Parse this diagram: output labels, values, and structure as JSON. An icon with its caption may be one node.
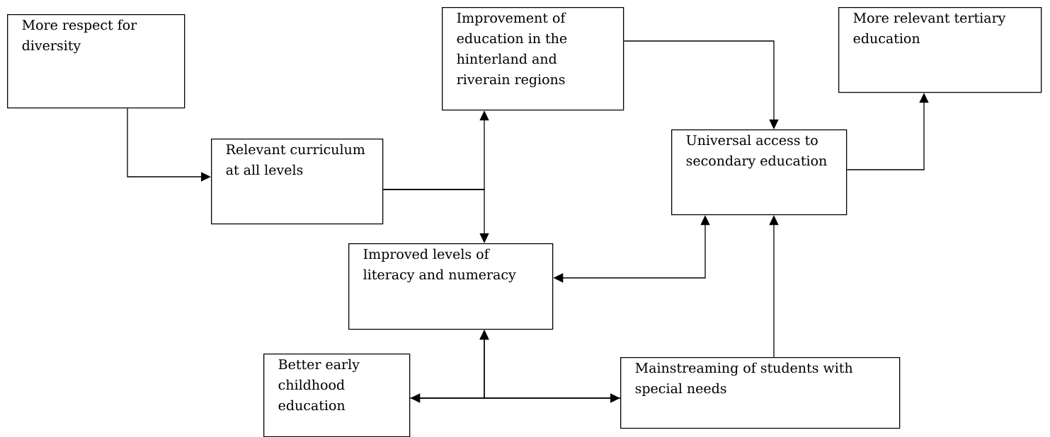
{
  "diagram": {
    "nodes": [
      {
        "text": [
          "More respect for diversity"
        ]
      },
      {
        "text": [
          "Improvement of education in the hinterland and riverain regions"
        ]
      },
      {
        "text": [
          "More relevant tertiary education"
        ]
      },
      {
        "text": [
          "Relevant curriculum at all levels"
        ]
      },
      {
        "text": [
          "Universal access to secondary education"
        ]
      },
      {
        "text": [
          "Improved levels of literacy and numeracy"
        ]
      },
      {
        "text": [
          "Better early childhood education"
        ]
      },
      {
        "text": [
          "Mainstreaming of students with special needs"
        ]
      }
    ],
    "edges": [
      {
        "from": 0,
        "to": 3,
        "arrow": "to"
      },
      {
        "from": 3,
        "to": 1,
        "arrow": "to"
      },
      {
        "from": 3,
        "to": 5,
        "arrow": "to"
      },
      {
        "from": 1,
        "to": 4,
        "arrow": "to"
      },
      {
        "from": 4,
        "to": 2,
        "arrow": "to"
      },
      {
        "from": 4,
        "to": 5,
        "arrow": "both"
      },
      {
        "from": 7,
        "to": 4,
        "arrow": "to"
      },
      {
        "from": 6,
        "to": 7,
        "arrow": "both"
      },
      {
        "from": 6,
        "to": 5,
        "arrow": "to"
      },
      {
        "from": 7,
        "to": 5,
        "arrow": "to"
      }
    ]
  }
}
